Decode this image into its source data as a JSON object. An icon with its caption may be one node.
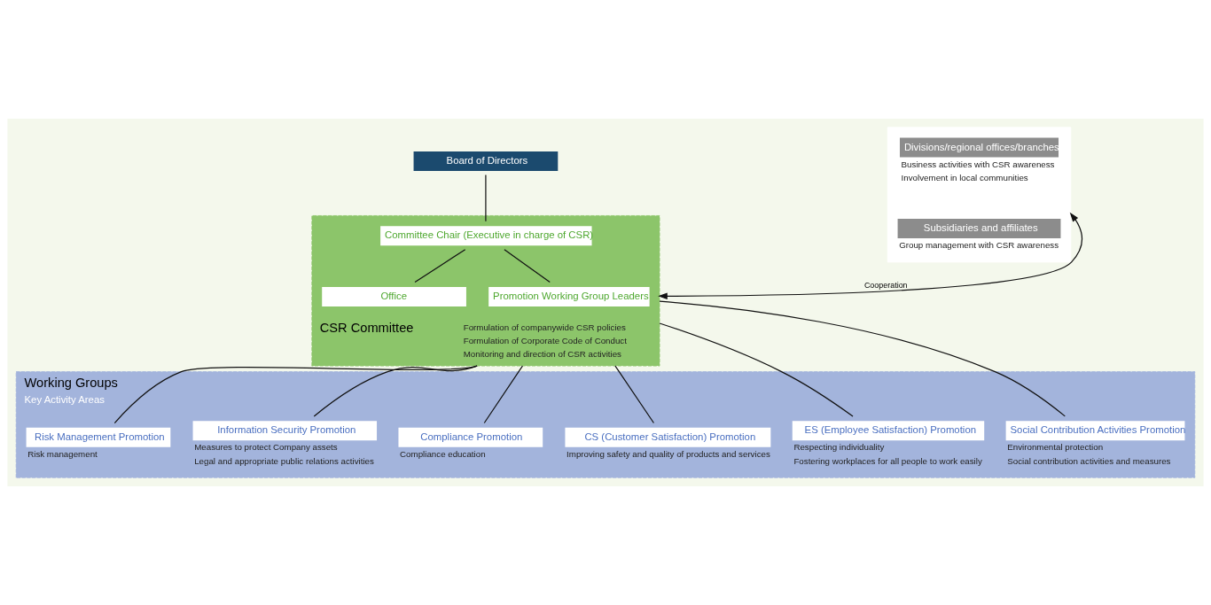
{
  "diagram": {
    "nodes": [
      {
        "text": [
          "Board of Directors"
        ]
      },
      {
        "text": [
          "CSR Committee",
          "Formulation of companywide CSR policies",
          "Formulation of Corporate Code of Conduct",
          "Monitoring and direction of CSR activities"
        ]
      },
      {
        "text": [
          "Committee Chair (Executive in charge of CSR)"
        ],
        "in": 1
      },
      {
        "text": [
          "Office"
        ],
        "in": 1
      },
      {
        "text": [
          "Promotion Working Group Leaders"
        ],
        "in": 1
      },
      {
        "text": [],
        "shape": "box"
      },
      {
        "text": [
          "Divisions/regional offices/branches"
        ],
        "in": 5,
        "beside": [
          "Business activities with CSR awareness",
          "Involvement in local communities"
        ]
      },
      {
        "text": [
          "Subsidiaries and affiliates"
        ],
        "in": 5,
        "beside": [
          "Group management with CSR awareness"
        ]
      },
      {
        "text": [
          "Working Groups",
          "Key Activity Areas"
        ]
      },
      {
        "text": [
          "Social Contribution Activities Promotion"
        ],
        "in": 8,
        "beside": [
          "Environmental protection",
          "Social contribution activities and measures"
        ]
      },
      {
        "text": [
          "ES (Employee Satisfaction) Promotion"
        ],
        "in": 8,
        "beside": [
          "Respecting individuality",
          "Fostering workplaces for all people to work easily"
        ]
      },
      {
        "text": [
          "CS (Customer Satisfaction) Promotion"
        ],
        "in": 8,
        "beside": [
          "Improving safety and quality of products and services"
        ]
      },
      {
        "text": [
          "Compliance Promotion"
        ],
        "in": 8,
        "beside": [
          "Compliance education"
        ]
      },
      {
        "text": [
          "Information Security Promotion"
        ],
        "in": 8,
        "beside": [
          "Measures to protect Company assets",
          "Legal and appropriate public relations activities"
        ]
      },
      {
        "text": [
          "Risk Management Promotion"
        ],
        "in": 8,
        "beside": [
          "Risk management"
        ]
      }
    ],
    "edges": [
      {
        "from": 0,
        "to": 2,
        "arrow": "none"
      },
      {
        "from": 2,
        "to": 3,
        "arrow": "none"
      },
      {
        "from": 2,
        "to": 4,
        "arrow": "none"
      },
      {
        "from": 1,
        "to": 5,
        "arrow": "both",
        "label": "Cooperation"
      },
      {
        "from": 1,
        "to": 9,
        "arrow": "none"
      },
      {
        "from": 1,
        "to": 10,
        "arrow": "none"
      },
      {
        "from": 1,
        "to": 11,
        "arrow": "none"
      },
      {
        "from": 1,
        "to": 12,
        "arrow": "none"
      },
      {
        "from": 1,
        "to": 13,
        "arrow": "none"
      },
      {
        "from": 1,
        "to": 14,
        "arrow": "none"
      }
    ]
  }
}
